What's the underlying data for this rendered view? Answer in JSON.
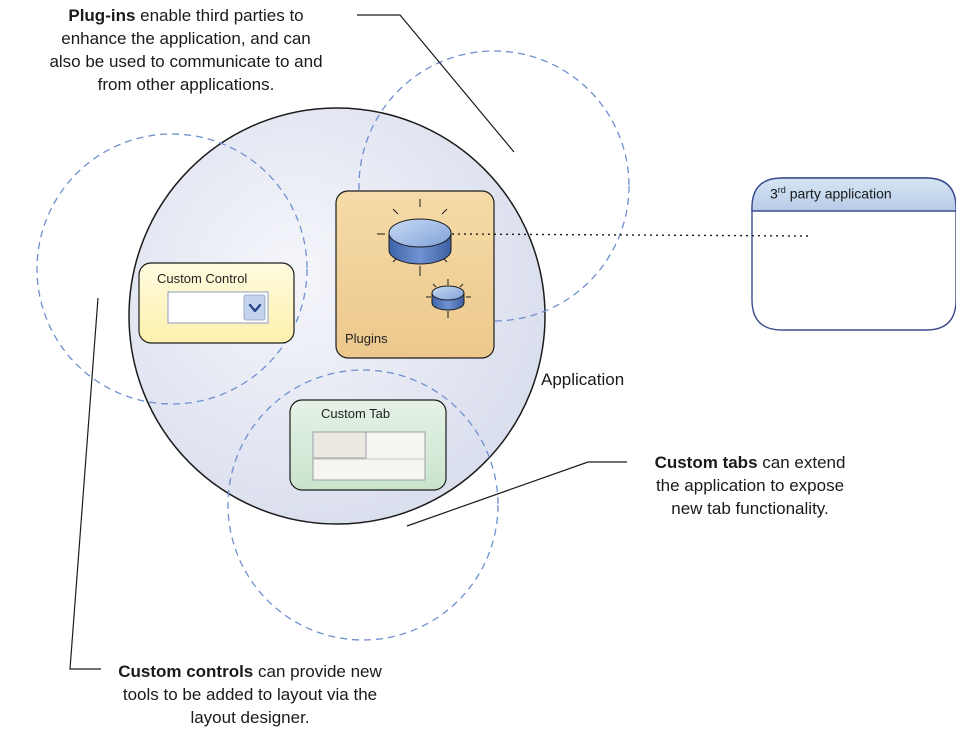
{
  "notes": {
    "plugins": {
      "bold": "Plug-ins",
      "line1_rest": " enable third parties to",
      "line2": "enhance the application, and can",
      "line3": "also be used to communicate to and",
      "line4": "from other applications."
    },
    "tabs": {
      "bold": "Custom tabs",
      "line1_rest": " can extend",
      "line2": "the application to expose",
      "line3": "new tab functionality."
    },
    "controls": {
      "bold": "Custom controls",
      "line1_rest": " can provide new",
      "line2": "tools to be added to layout via the",
      "line3": "layout designer."
    }
  },
  "labels": {
    "application": "Application",
    "custom_control": "Custom Control",
    "custom_tab": "Custom Tab",
    "plugins": "Plugins",
    "third_party_prefix": "3",
    "third_party_sup": "rd",
    "third_party_suffix": " party application"
  },
  "colors": {
    "app_circle_fill": "#e2e6f1",
    "dashed_circle": "#6f8fcf",
    "plugins_box": "#f0d29c",
    "control_box": "#fdf6c6",
    "tab_box": "#d8ecdc",
    "party_header": "#c6d9ef",
    "party_border": "#4a5a9a",
    "disk_fill": "#8eaee0"
  },
  "icons": [
    "dropdown-chevron-icon",
    "database-disk-icon"
  ]
}
